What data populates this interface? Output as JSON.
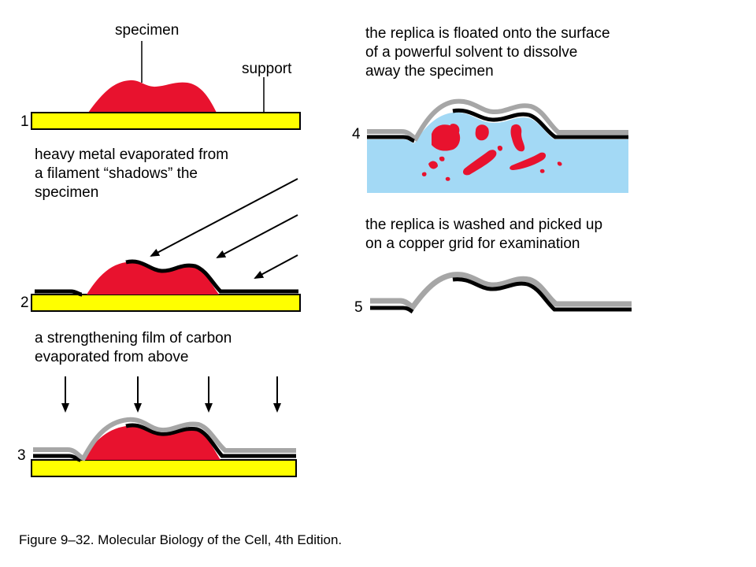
{
  "labels": {
    "specimen": "specimen",
    "support": "support",
    "step2_text": [
      "heavy metal evaporated from",
      "a filament “shadows” the",
      "specimen"
    ],
    "step3_text": [
      "a strengthening film of carbon",
      "evaporated from above"
    ],
    "step4_text": [
      "the replica is floated onto the surface",
      "of a powerful solvent to dissolve",
      "away the specimen"
    ],
    "step5_text": [
      "the replica is washed and picked up",
      "on a copper grid for examination"
    ]
  },
  "step_numbers": [
    "1",
    "2",
    "3",
    "4",
    "5"
  ],
  "caption": "Figure 9–32. Molecular Biology of the Cell, 4th Edition.",
  "colors": {
    "specimen": "#e8122e",
    "support": "#ffff00",
    "metal": "#000000",
    "carbon": "#a6a6a6",
    "solvent": "#a3d9f5"
  }
}
